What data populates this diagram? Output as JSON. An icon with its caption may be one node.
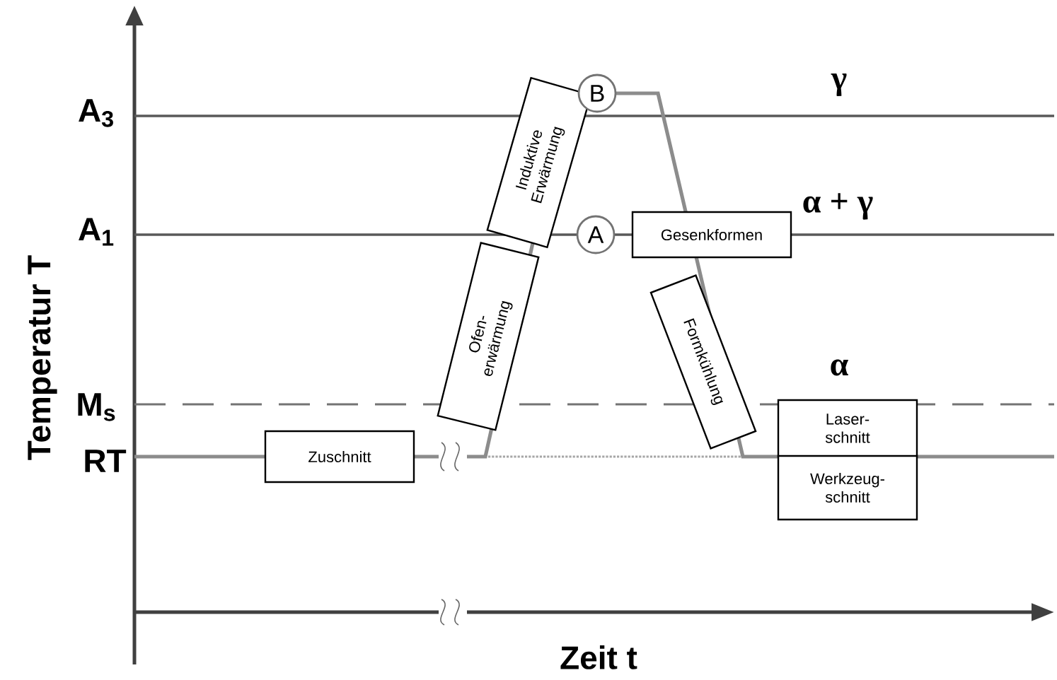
{
  "diagram": {
    "nodes": [
      {
        "text": [
          "Zuschnitt"
        ]
      },
      {
        "text": [
          "Ofen- erwärmung"
        ]
      },
      {
        "text": [
          "Induktive Erwärmung"
        ]
      },
      {
        "text": [
          "B"
        ]
      },
      {
        "text": [
          "A"
        ]
      },
      {
        "text": [
          "Gesenkformen"
        ]
      },
      {
        "text": [
          "Formkühlung"
        ]
      },
      {
        "text": [
          "Laser- schnitt"
        ]
      },
      {
        "text": [
          "Werkzeug- schnitt"
        ]
      }
    ],
    "labels": [
      "γ",
      "A$_{3}$",
      "α + γ",
      "A$_{1}$",
      "α",
      "M$_{s}$",
      "RT",
      "Temperatur T",
      "Zeit t"
    ]
  }
}
